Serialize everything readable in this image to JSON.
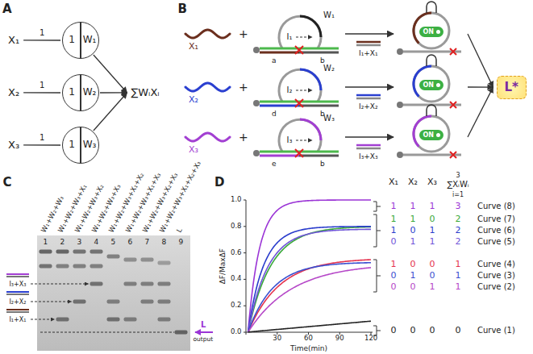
{
  "diagram": {
    "nodes": [
      {
        "text": [
          "X₁"
        ]
      },
      {
        "text": [
          "X₂"
        ]
      },
      {
        "text": [
          "X₃"
        ]
      },
      {
        "text": [
          "1",
          "W₁"
        ]
      },
      {
        "text": [
          "1",
          "W₂"
        ]
      },
      {
        "text": [
          "1",
          "W₃"
        ]
      },
      {
        "text": [
          "∑WᵢXᵢ"
        ]
      },
      {
        "text": [
          "ON"
        ]
      },
      {
        "text": [
          "ON"
        ]
      },
      {
        "text": [
          "ON"
        ]
      },
      {
        "text": [
          "L*"
        ]
      }
    ],
    "edges": [
      {
        "from": 0,
        "to": 3,
        "label": "1",
        "arrow": "none"
      },
      {
        "from": 1,
        "to": 4,
        "label": "1",
        "arrow": "none"
      },
      {
        "from": 2,
        "to": 5,
        "label": "1",
        "arrow": "none"
      },
      {
        "from": 3,
        "to": 6,
        "arrow": "to"
      },
      {
        "from": 4,
        "to": 6,
        "arrow": "to"
      },
      {
        "from": 5,
        "to": 6,
        "arrow": "to"
      }
    ],
    "labels": [
      "A",
      "B",
      "C",
      "D",
      "X₁",
      "+",
      "I₁",
      "W₁",
      "a",
      "b",
      "I₁+X₁",
      "X₂",
      "+",
      "I₂",
      "W₂",
      "d",
      "b",
      "I₂+X₂",
      "X₃",
      "+",
      "I₃",
      "W₃",
      "e",
      "b",
      "I₃+X₃",
      "W₁+W₂+W₃",
      "W₁+W₂+W₃+X₁",
      "W₁+W₂+W₃+X₂",
      "W₁+W₂+W₃+X₃",
      "W₁+W₂+W₃+X₁+X₂",
      "W₁+W₂+W₃+X₁+X₃",
      "W₁+W₂+W₃+X₂+X₃",
      "W₁+W₂+W₃+X₁+X₂+X₃",
      "L",
      "1",
      "2",
      "3",
      "4",
      "5",
      "6",
      "7",
      "8",
      "9",
      "I₃+X₃",
      "I₂+X₂",
      "I₁+X₁",
      "L",
      "output",
      "ΔF/MaxΔF",
      "0.0",
      "0.2",
      "0.4",
      "0.6",
      "0.8",
      "1.0",
      "30",
      "60",
      "90",
      "120",
      "Time(min)",
      "X₁",
      "X₂",
      "X₃",
      "3",
      "∑XᵢWᵢ",
      "i=1",
      "1",
      "1",
      "1",
      "3",
      "Curve (8)",
      "1",
      "1",
      "0",
      "2",
      "Curve (7)",
      "1",
      "0",
      "1",
      "2",
      "Curve (6)",
      "0",
      "1",
      "1",
      "2",
      "Curve (5)",
      "1",
      "0",
      "0",
      "1",
      "Curve (4)",
      "0",
      "1",
      "0",
      "1",
      "Curve (3)",
      "0",
      "0",
      "1",
      "1",
      "Curve (2)",
      "0",
      "0",
      "0",
      "0",
      "Curve (1)"
    ]
  }
}
